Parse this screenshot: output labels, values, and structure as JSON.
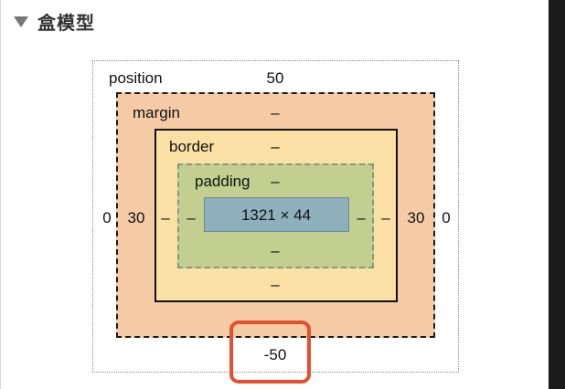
{
  "section": {
    "title": "盒模型",
    "expanded_icon": "disclosure-triangle-down-icon"
  },
  "box_model": {
    "position": {
      "label": "position",
      "top": "50",
      "bottom": "-50",
      "left": "0",
      "right": "0"
    },
    "margin": {
      "label": "margin",
      "top": "–",
      "bottom": "",
      "left": "30",
      "right": "30"
    },
    "border": {
      "label": "border",
      "top": "–",
      "bottom": "–",
      "left": "–",
      "right": "–"
    },
    "padding": {
      "label": "padding",
      "top": "–",
      "bottom": "–",
      "left": "–",
      "right": "–"
    },
    "content": {
      "size": "1321 × 44"
    }
  },
  "colors": {
    "margin": "#f5cba6",
    "border": "#fbe0a6",
    "padding": "#c3cf90",
    "content": "#8eb0bd",
    "highlight": "#e4502e"
  }
}
